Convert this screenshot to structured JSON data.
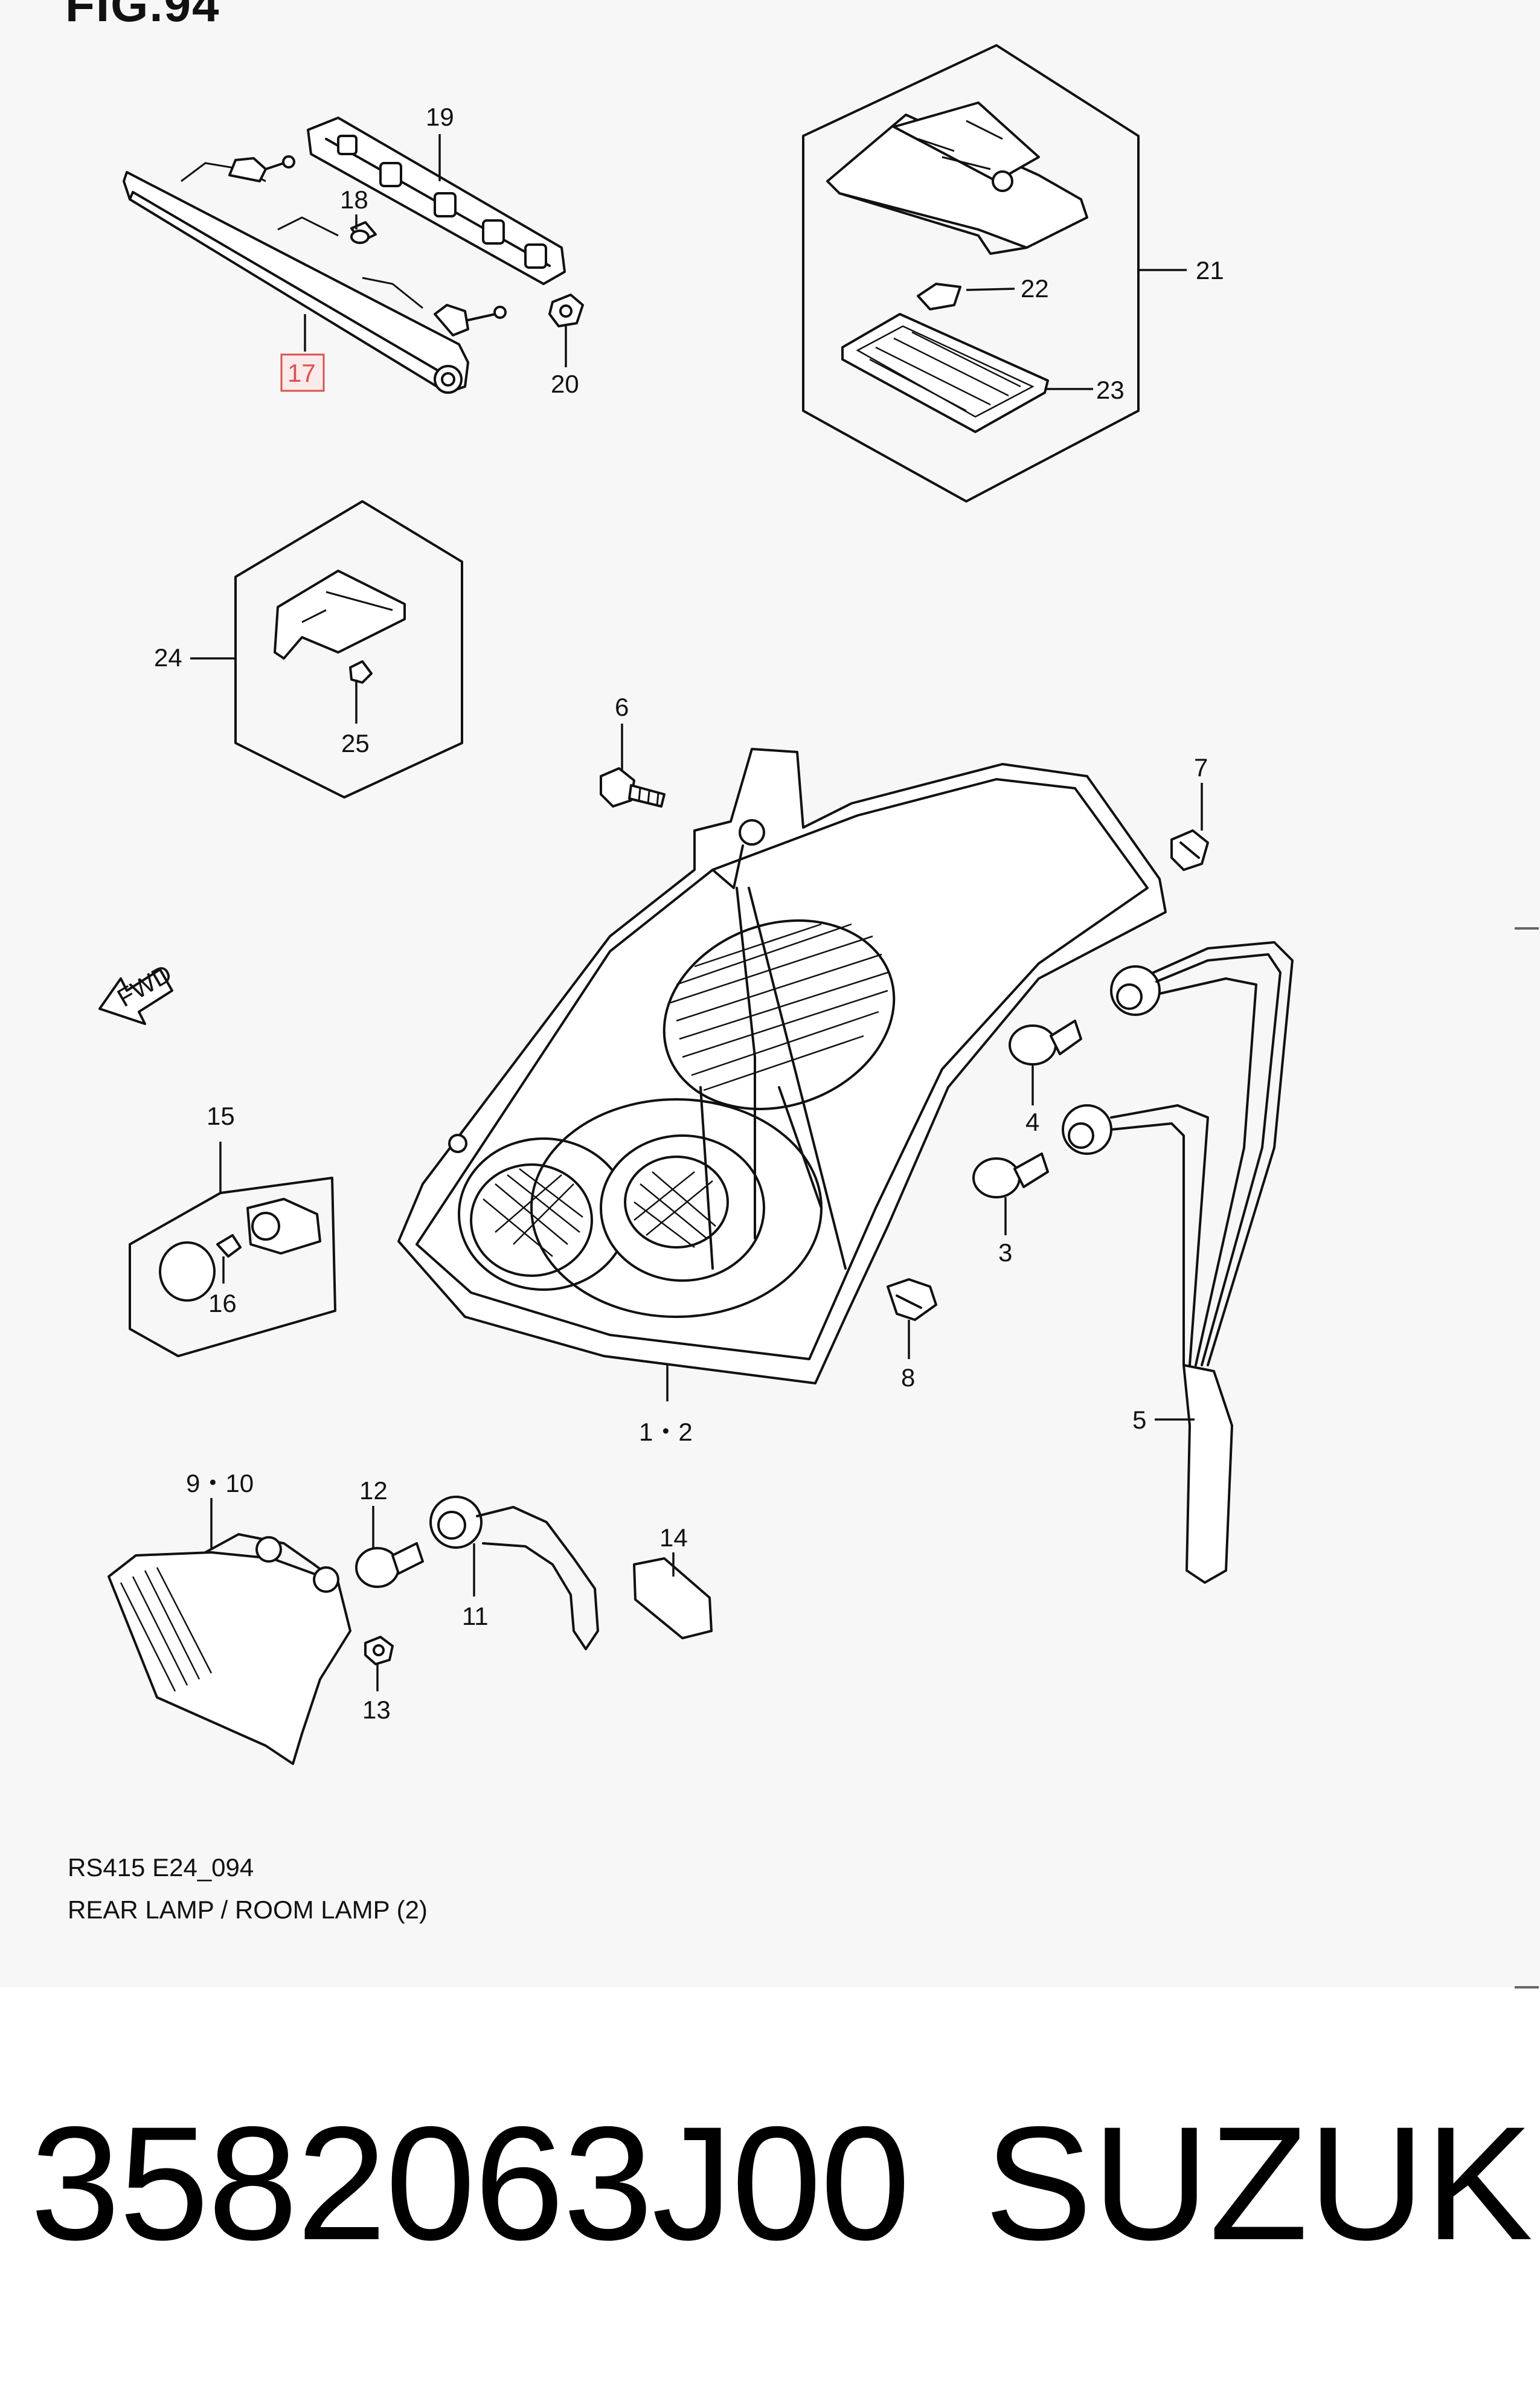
{
  "figure": {
    "title": "FIG.94"
  },
  "diagram": {
    "code": "RS415 E24_094",
    "caption": "REAR LAMP / ROOM LAMP (2)",
    "fwd_label": "FWD",
    "callouts": {
      "c1_2": "1・2",
      "c3": "3",
      "c4": "4",
      "c5": "5",
      "c6": "6",
      "c7": "7",
      "c8": "8",
      "c9_10": "9・10",
      "c11": "11",
      "c12": "12",
      "c13": "13",
      "c14": "14",
      "c15": "15",
      "c16": "16",
      "c17": "17",
      "c18": "18",
      "c19": "19",
      "c20": "20",
      "c21": "21",
      "c22": "22",
      "c23": "23",
      "c24": "24",
      "c25": "25"
    },
    "highlighted_callout": "17",
    "highlight_color": "#d9534f"
  },
  "footer": {
    "part_number": "3582063J00",
    "brand": "SUZUKI"
  }
}
